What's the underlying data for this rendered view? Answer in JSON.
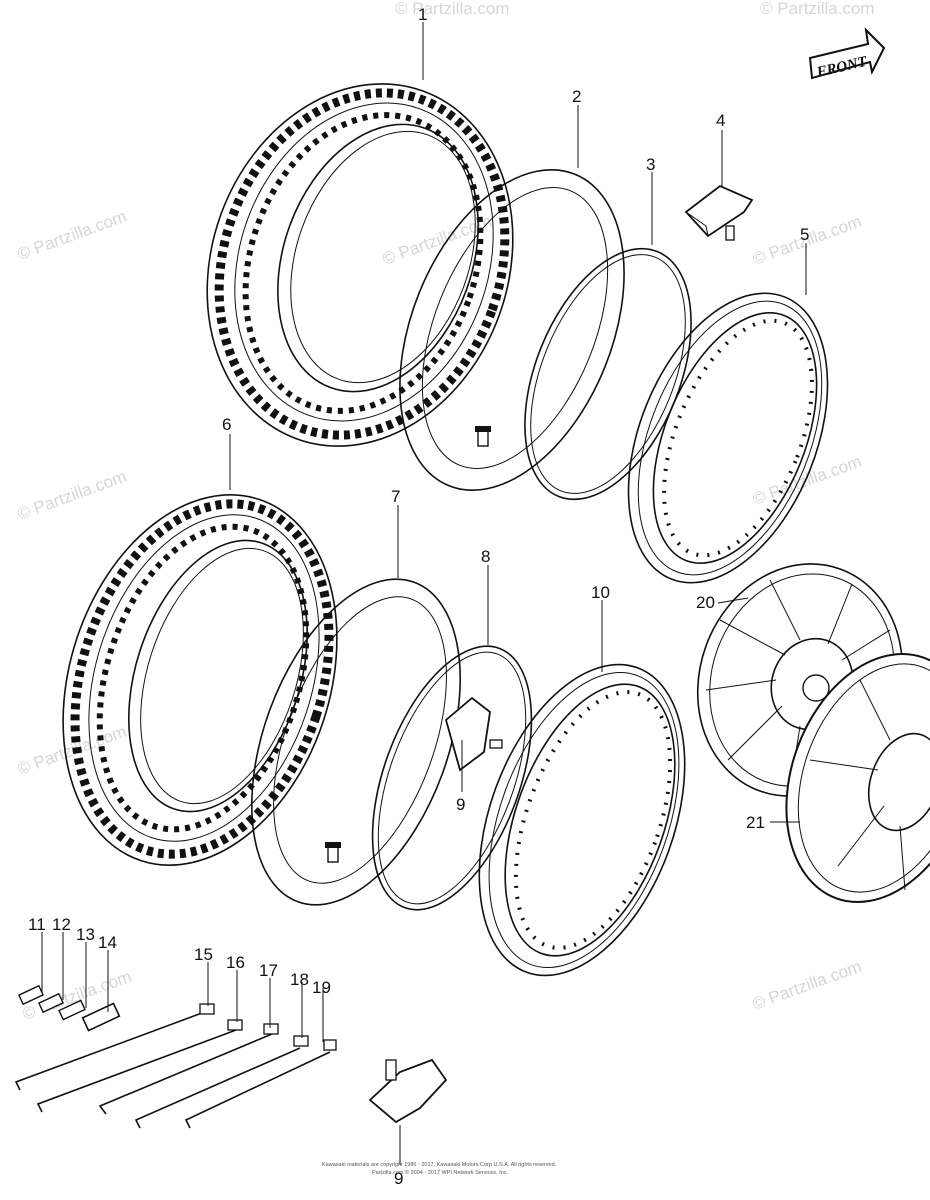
{
  "watermark": "© Partzilla.com",
  "front_label": "FRONT",
  "copyright_lines": [
    "Kawasaki materials are copyright 1986 - 2017, Kawasaki Motors Corp U.S.A. All rights reserved.",
    "Partzilla.com © 2004 - 2017 WPI Network Services, Inc."
  ],
  "callouts": [
    {
      "id": "c1",
      "text": "1"
    },
    {
      "id": "c2",
      "text": "2"
    },
    {
      "id": "c3",
      "text": "3"
    },
    {
      "id": "c4",
      "text": "4"
    },
    {
      "id": "c5",
      "text": "5"
    },
    {
      "id": "c6",
      "text": "6"
    },
    {
      "id": "c7",
      "text": "7"
    },
    {
      "id": "c8",
      "text": "8"
    },
    {
      "id": "c9a",
      "text": "9"
    },
    {
      "id": "c10",
      "text": "10"
    },
    {
      "id": "c11",
      "text": "11"
    },
    {
      "id": "c12",
      "text": "12"
    },
    {
      "id": "c13",
      "text": "13"
    },
    {
      "id": "c14",
      "text": "14"
    },
    {
      "id": "c15",
      "text": "15"
    },
    {
      "id": "c16",
      "text": "16"
    },
    {
      "id": "c17",
      "text": "17"
    },
    {
      "id": "c18",
      "text": "18"
    },
    {
      "id": "c19",
      "text": "19"
    },
    {
      "id": "c20",
      "text": "20"
    },
    {
      "id": "c21",
      "text": "21"
    },
    {
      "id": "c9b",
      "text": "9"
    }
  ]
}
